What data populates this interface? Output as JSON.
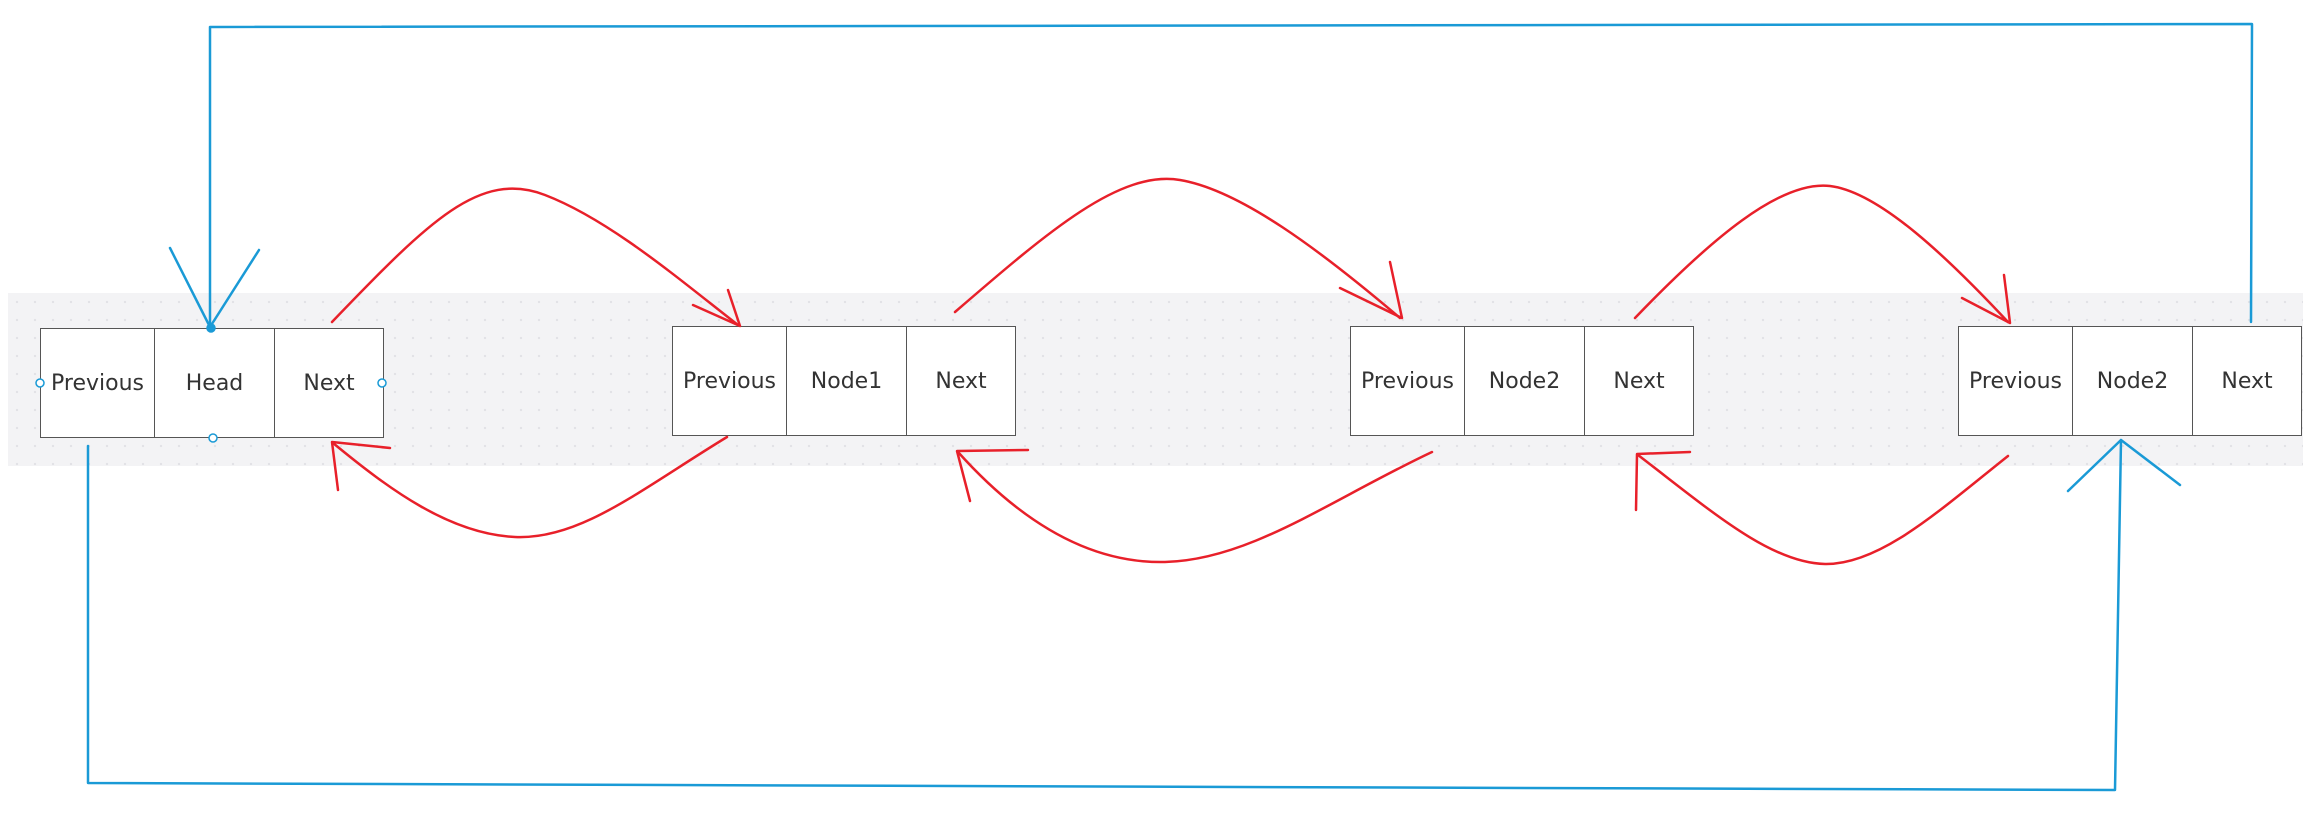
{
  "nodes": [
    {
      "id": "head",
      "previous": "Previous",
      "value": "Head",
      "next": "Next"
    },
    {
      "id": "node1",
      "previous": "Previous",
      "value": "Node1",
      "next": "Next"
    },
    {
      "id": "node2",
      "previous": "Previous",
      "value": "Node2",
      "next": "Next"
    },
    {
      "id": "node3",
      "previous": "Previous",
      "value": "Node2",
      "next": "Next"
    }
  ],
  "colors": {
    "forward_link": "#e8202a",
    "backward_link": "#e8202a",
    "circular_link": "#1a9ad6",
    "canvas": "#f3f3f5"
  }
}
